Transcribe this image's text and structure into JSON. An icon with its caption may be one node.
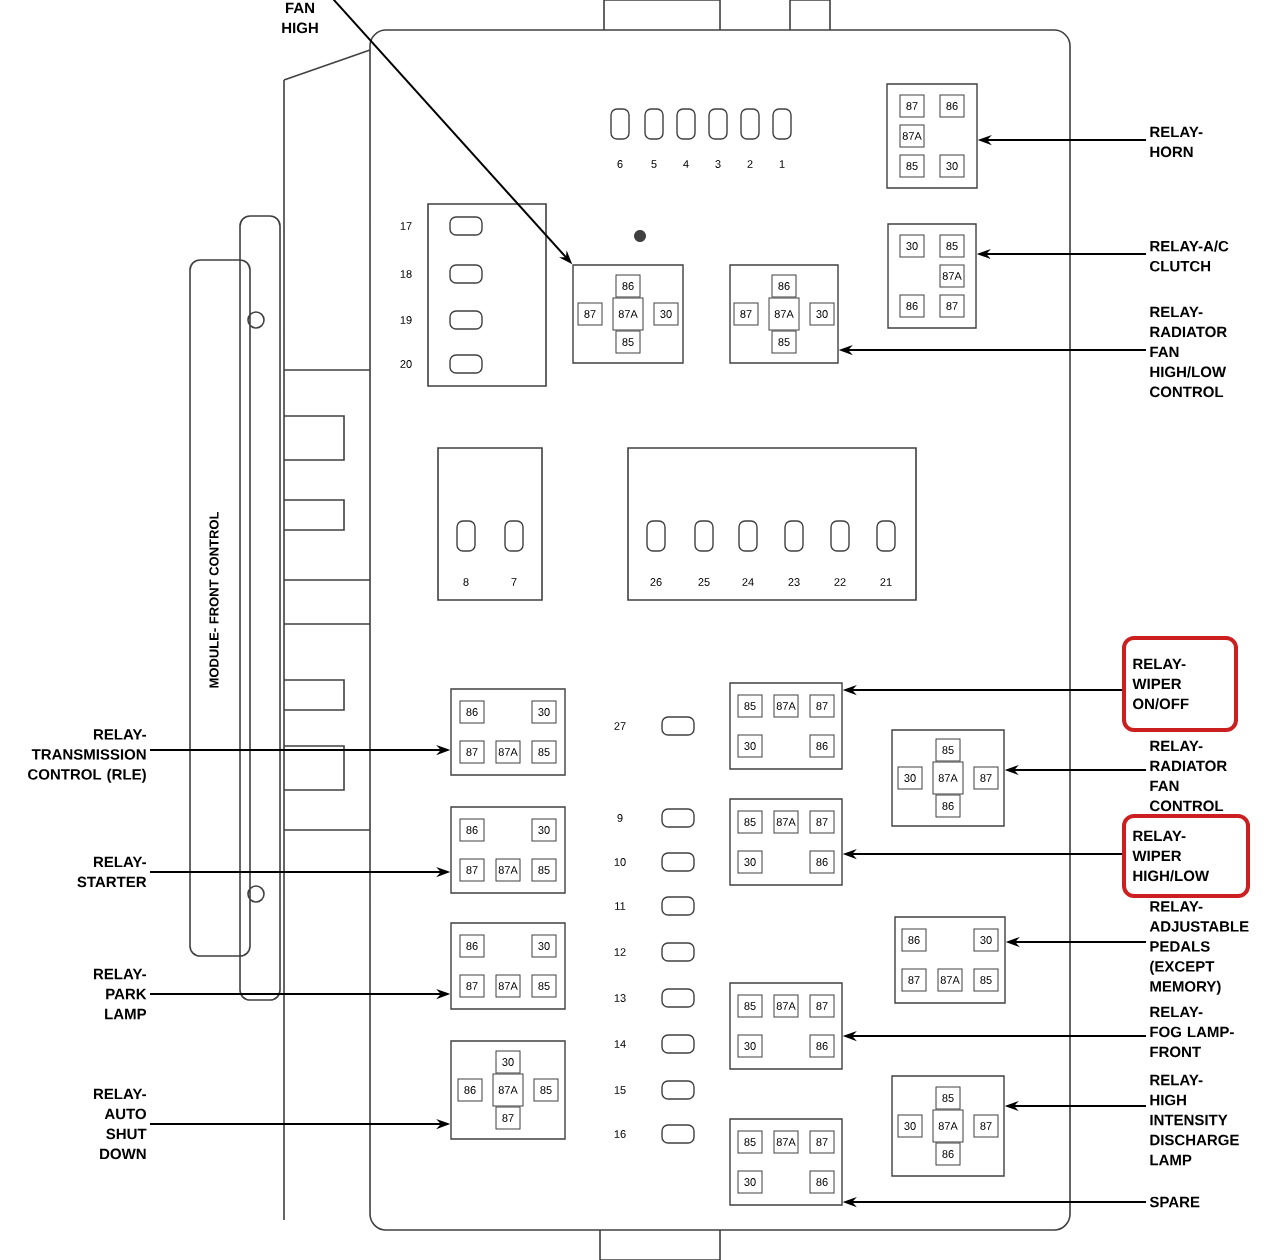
{
  "diagram": {
    "nodes": [
      {
        "text": [
          "FAN HIGH"
        ]
      },
      {
        "text": [
          "RELAY- HORN"
        ]
      },
      {
        "text": [
          "RELAY-A/C CLUTCH"
        ]
      },
      {
        "text": [
          "RELAY- RADIATOR FAN HIGH/LOW CONTROL"
        ]
      },
      {
        "text": [],
        "shape": "box"
      },
      {
        "text": [
          "RELAY- WIPER ON/OFF"
        ],
        "in": 4
      },
      {
        "text": [
          "RELAY- RADIATOR FAN CONTROL"
        ]
      },
      {
        "text": [],
        "shape": "box"
      },
      {
        "text": [
          "RELAY- WIPER HIGH/LOW"
        ],
        "in": 7
      },
      {
        "text": [
          "RELAY- ADJUSTABLE PEDALS (EXCEPT MEMORY)"
        ]
      },
      {
        "text": [
          "RELAY-FOG LAMP- FRONT"
        ]
      },
      {
        "text": [
          "RELAY- HIGH INTENSITY DISCHARGE LAMP"
        ]
      },
      {
        "text": [
          "SPARE"
        ]
      },
      {
        "text": [
          "RELAY- TRANSMISSION CONTROL (RLE)"
        ]
      },
      {
        "text": [
          "RELAY- STARTER"
        ]
      },
      {
        "text": [
          "RELAY- PARK LAMP"
        ]
      },
      {
        "text": [
          "RELAY- AUTO SHUT DOWN"
        ]
      },
      {
        "text": [
          "86",
          "87",
          "87A",
          "30",
          "85"
        ]
      },
      {
        "text": [
          "86",
          "87",
          "87A",
          "30",
          "85"
        ]
      },
      {
        "text": [
          "87",
          "86",
          "87A",
          "85",
          "30"
        ]
      },
      {
        "text": [
          "30",
          "85",
          "87A",
          "86",
          "87"
        ]
      },
      {
        "text": [
          "86",
          "30",
          "87",
          "87A",
          "85"
        ]
      },
      {
        "text": [
          "85",
          "87A",
          "87",
          "30",
          "86"
        ]
      },
      {
        "text": [
          "85",
          "30",
          "87A",
          "87",
          "86"
        ]
      },
      {
        "text": [
          "86",
          "30",
          "87",
          "87A",
          "85"
        ]
      },
      {
        "text": [
          "85",
          "87A",
          "87",
          "30",
          "86"
        ]
      },
      {
        "text": [
          "86",
          "30",
          "87",
          "87A",
          "85"
        ]
      },
      {
        "text": [
          "86",
          "30",
          "87",
          "87A",
          "85"
        ]
      },
      {
        "text": [
          "85",
          "87A",
          "87",
          "30",
          "86"
        ]
      },
      {
        "text": [
          "30",
          "86",
          "87A",
          "85",
          "87"
        ]
      },
      {
        "text": [
          "85",
          "30",
          "87A",
          "87",
          "86"
        ]
      },
      {
        "text": [
          "85",
          "87A",
          "87",
          "30",
          "86"
        ]
      }
    ],
    "edges": [
      {
        "from": 0,
        "to": 17,
        "arrow": "to"
      },
      {
        "from": 1,
        "to": 19,
        "arrow": "to"
      },
      {
        "from": 2,
        "to": 20,
        "arrow": "to"
      },
      {
        "from": 3,
        "to": 18,
        "arrow": "to"
      },
      {
        "from": 5,
        "to": 22,
        "arrow": "to"
      },
      {
        "from": 6,
        "to": 23,
        "arrow": "to"
      },
      {
        "from": 8,
        "to": 25,
        "arrow": "to"
      },
      {
        "from": 9,
        "to": 26,
        "arrow": "to"
      },
      {
        "from": 10,
        "to": 28,
        "arrow": "to"
      },
      {
        "from": 11,
        "to": 30,
        "arrow": "to"
      },
      {
        "from": 12,
        "to": 31,
        "arrow": "to"
      },
      {
        "from": 13,
        "to": 21,
        "arrow": "to"
      },
      {
        "from": 14,
        "to": 24,
        "arrow": "to"
      },
      {
        "from": 15,
        "to": 27,
        "arrow": "to"
      },
      {
        "from": 16,
        "to": 29,
        "arrow": "to"
      }
    ],
    "labels": [
      "6",
      "5",
      "4",
      "3",
      "2",
      "1",
      "17",
      "18",
      "19",
      "20",
      "8",
      "7",
      "26",
      "25",
      "24",
      "23",
      "22",
      "21",
      "27",
      "9",
      "10",
      "11",
      "12",
      "13",
      "14",
      "15",
      "16",
      "MODULE- FRONT CONTROL"
    ]
  }
}
